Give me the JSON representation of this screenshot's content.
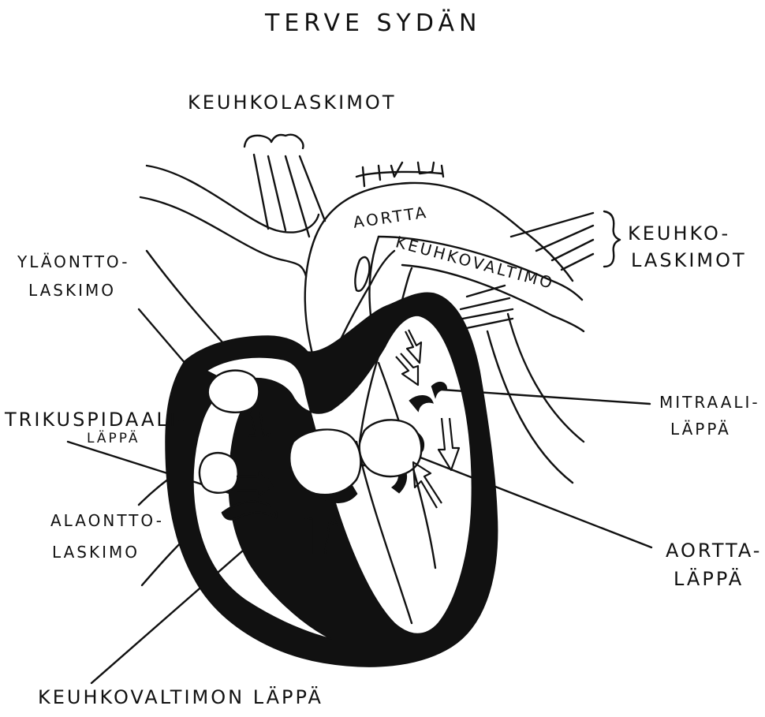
{
  "title": "TERVE SYDÄN",
  "labels": {
    "pulmonary_veins_top": "KEUHKOLASKIMOT",
    "aorta": "AORTTA",
    "pulmonary_artery": "KEUHKOVALTIMO",
    "pulmonary_veins_right_1": "KEUHKO-",
    "pulmonary_veins_right_2": "LASKIMOT",
    "superior_vena_cava_1": "YLÄONTTO-",
    "superior_vena_cava_2": "LASKIMO",
    "tricuspid_1": "TRIKUSPIDAALI-",
    "tricuspid_2": "LÄPPÄ",
    "inferior_vena_cava_1": "ALAONTTO-",
    "inferior_vena_cava_2": "LASKIMO",
    "mitral_1": "MITRAALI-",
    "mitral_2": "LÄPPÄ",
    "aortic_valve_1": "AORTTA-",
    "aortic_valve_2": "LÄPPÄ",
    "pulmonary_valve": "KEUHKOVALTIMON LÄPPÄ"
  },
  "colors": {
    "ink": "#111111",
    "paper": "#ffffff"
  }
}
